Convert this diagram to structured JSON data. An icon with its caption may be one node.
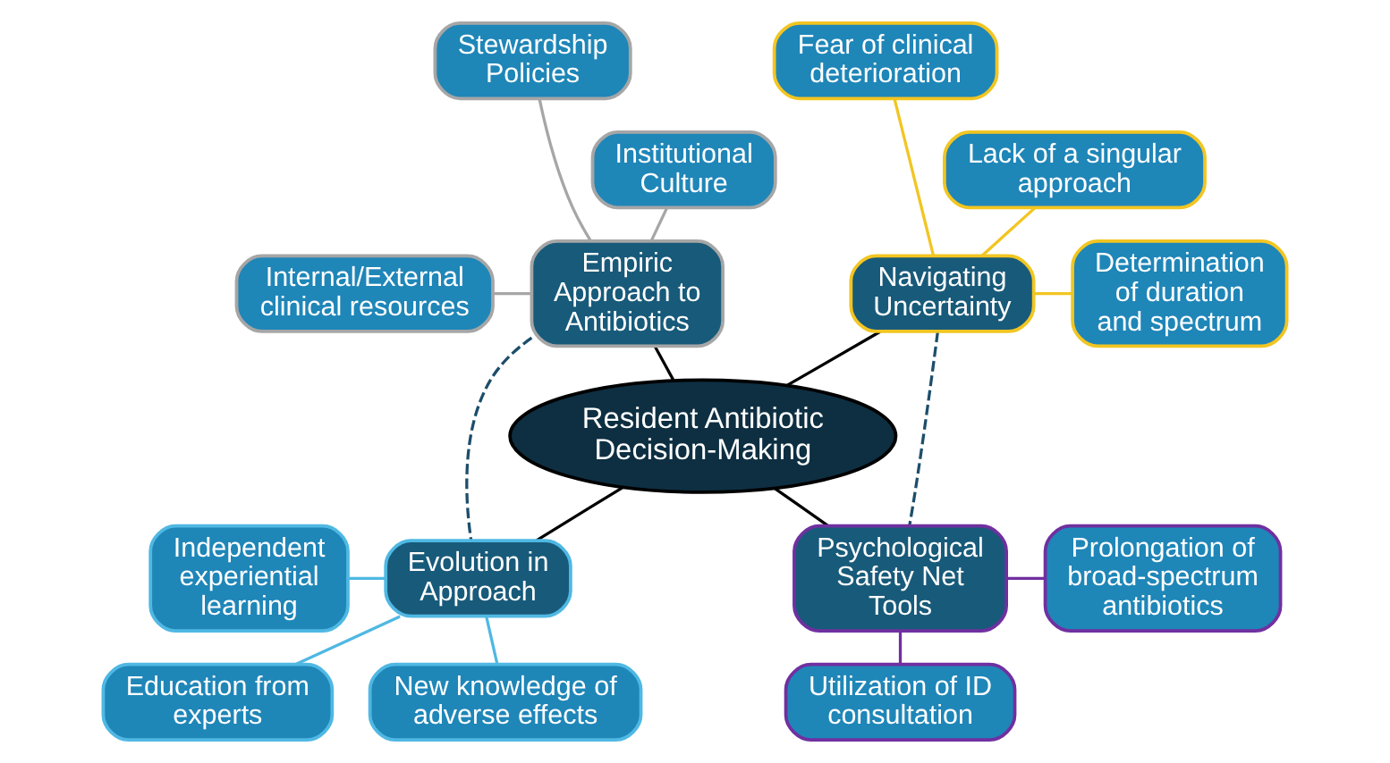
{
  "diagram": {
    "nodes": [
      {
        "text": [
          "Resident Antibiotic Decision-Making"
        ]
      },
      {
        "text": [
          "Empiric Approach to Antibiotics"
        ]
      },
      {
        "text": [
          "Stewardship Policies"
        ]
      },
      {
        "text": [
          "Institutional Culture"
        ]
      },
      {
        "text": [
          "Internal/External clinical resources"
        ]
      },
      {
        "text": [
          "Navigating Uncertainty"
        ]
      },
      {
        "text": [
          "Fear of clinical deterioration"
        ]
      },
      {
        "text": [
          "Lack of a singular approach"
        ]
      },
      {
        "text": [
          "Determination of duration and spectrum"
        ]
      },
      {
        "text": [
          "Evolution in Approach"
        ]
      },
      {
        "text": [
          "Independent experiential learning"
        ]
      },
      {
        "text": [
          "New knowledge of adverse effects"
        ]
      },
      {
        "text": [
          "Education from experts"
        ]
      },
      {
        "text": [
          "Psychological Safety Net Tools"
        ]
      },
      {
        "text": [
          "Prolongation of broad-spectrum antibiotics"
        ]
      },
      {
        "text": [
          "Utilization of ID consultation"
        ]
      }
    ],
    "edges": [
      {
        "from": 0,
        "to": 1,
        "arrow": "none"
      },
      {
        "from": 0,
        "to": 5,
        "arrow": "none"
      },
      {
        "from": 0,
        "to": 9,
        "arrow": "none"
      },
      {
        "from": 0,
        "to": 13,
        "arrow": "none"
      },
      {
        "from": 1,
        "to": 2,
        "arrow": "none",
        "color": "#a6a6a6"
      },
      {
        "from": 1,
        "to": 3,
        "arrow": "none",
        "color": "#a6a6a6"
      },
      {
        "from": 1,
        "to": 4,
        "arrow": "none",
        "color": "#a6a6a6"
      },
      {
        "from": 5,
        "to": 6,
        "arrow": "none",
        "color": "#f2c521"
      },
      {
        "from": 5,
        "to": 7,
        "arrow": "none",
        "color": "#f2c521"
      },
      {
        "from": 5,
        "to": 8,
        "arrow": "none",
        "color": "#f2c521"
      },
      {
        "from": 9,
        "to": 10,
        "arrow": "none",
        "color": "#4fb8e3"
      },
      {
        "from": 9,
        "to": 11,
        "arrow": "none",
        "color": "#4fb8e3"
      },
      {
        "from": 9,
        "to": 12,
        "arrow": "none",
        "color": "#4fb8e3"
      },
      {
        "from": 13,
        "to": 14,
        "arrow": "none",
        "color": "#7030a0"
      },
      {
        "from": 13,
        "to": 15,
        "arrow": "none",
        "color": "#7030a0"
      },
      {
        "from": 1,
        "to": 9,
        "arrow": "none",
        "style": "dashed",
        "color": "#1d4e6b"
      },
      {
        "from": 5,
        "to": 13,
        "arrow": "none",
        "style": "dashed",
        "color": "#1d4e6b"
      }
    ]
  }
}
